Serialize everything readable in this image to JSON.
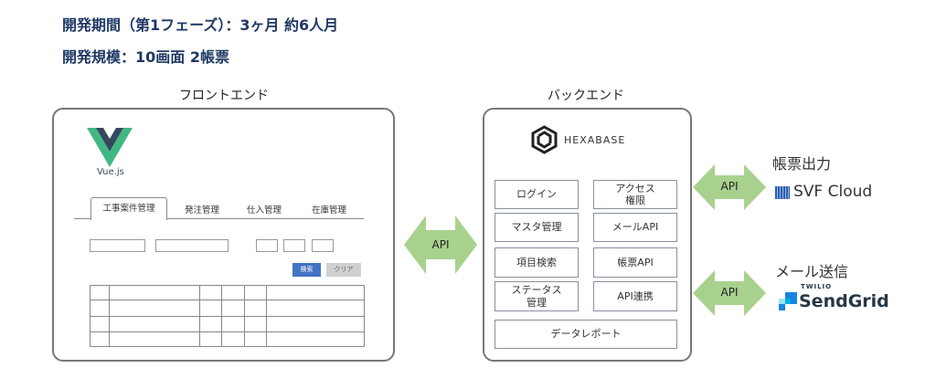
{
  "header": {
    "line1": "開発期間（第1フェーズ）：3ヶ月 約6人月",
    "line2": "開発規模：10画面 2帳票"
  },
  "frontend": {
    "label": "フロントエンド",
    "logo_text": "Vue.js",
    "tabs": [
      "工事案件管理",
      "発注管理",
      "仕入管理",
      "在庫管理"
    ],
    "search_button": "検索",
    "clear_button": "クリア",
    "colors": {
      "search": "#4472c4",
      "clear": "#d0d0d0"
    }
  },
  "middle_api": "API",
  "backend": {
    "label": "バックエンド",
    "logo_text": "HEXABASE",
    "modules": [
      "ログイン",
      "アクセス\n権限",
      "マスタ管理",
      "メールAPI",
      "項目検索",
      "帳票API",
      "ステータス\n管理",
      "API連携"
    ],
    "report": "データレポート"
  },
  "services": [
    {
      "api": "API",
      "title": "帳票出力",
      "brand": "SVF Cloud"
    },
    {
      "api": "API",
      "title": "メール送信",
      "brand": "SendGrid",
      "brand_sub": "TWILIO"
    }
  ],
  "colors": {
    "title": "#1f3864",
    "arrow": "#a9d18e"
  }
}
